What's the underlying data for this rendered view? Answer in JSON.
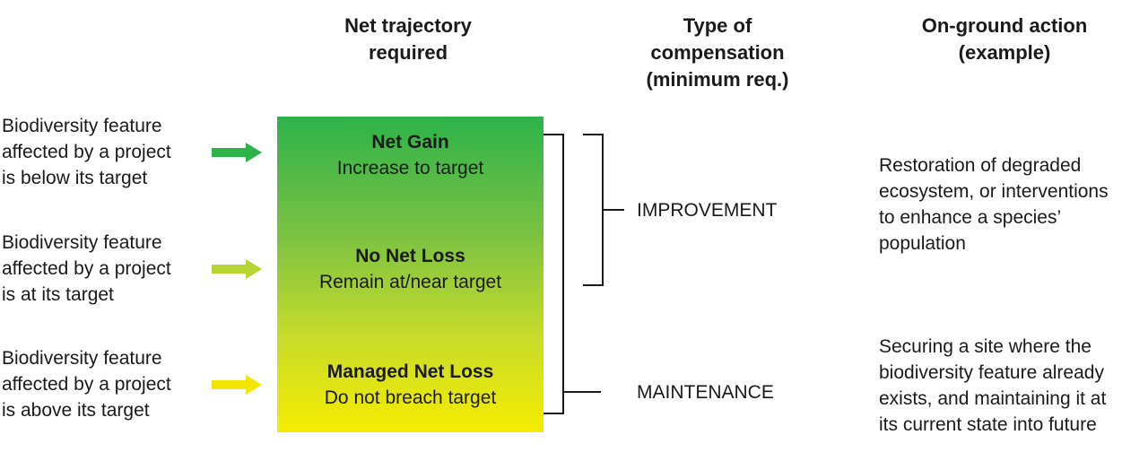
{
  "headers": {
    "net_trajectory": "Net trajectory\nrequired",
    "type_of_compensation": "Type of\ncompensation\n(minimum req.)",
    "on_ground_action": "On-ground action\n(example)"
  },
  "features": [
    {
      "text": "Biodiversity feature\naffected by a project\nis below its target",
      "arrow_color": "#2db34a"
    },
    {
      "text": "Biodiversity feature\naffected by a project\nis at its target",
      "arrow_color": "#b7d432"
    },
    {
      "text": "Biodiversity feature\naffected by a project\nis above its target",
      "arrow_color": "#f2e600"
    }
  ],
  "trajectories": [
    {
      "title": "Net Gain",
      "subtitle": "Increase to target"
    },
    {
      "title": "No Net Loss",
      "subtitle": "Remain at/near target"
    },
    {
      "title": "Managed Net Loss",
      "subtitle": "Do not breach target"
    }
  ],
  "compensation": {
    "improvement": "IMPROVEMENT",
    "maintenance": "MAINTENANCE"
  },
  "actions": {
    "improvement": "Restoration of degraded\necosystem, or interventions\nto enhance a species’\npopulation",
    "maintenance": "Securing a site where the\nbiodiversity feature already\nexists, and maintaining it at\nits current state into future"
  },
  "colors": {
    "gradient_top": "#2db34a",
    "gradient_bottom": "#f5ec00",
    "line": "#1a1a1a"
  }
}
